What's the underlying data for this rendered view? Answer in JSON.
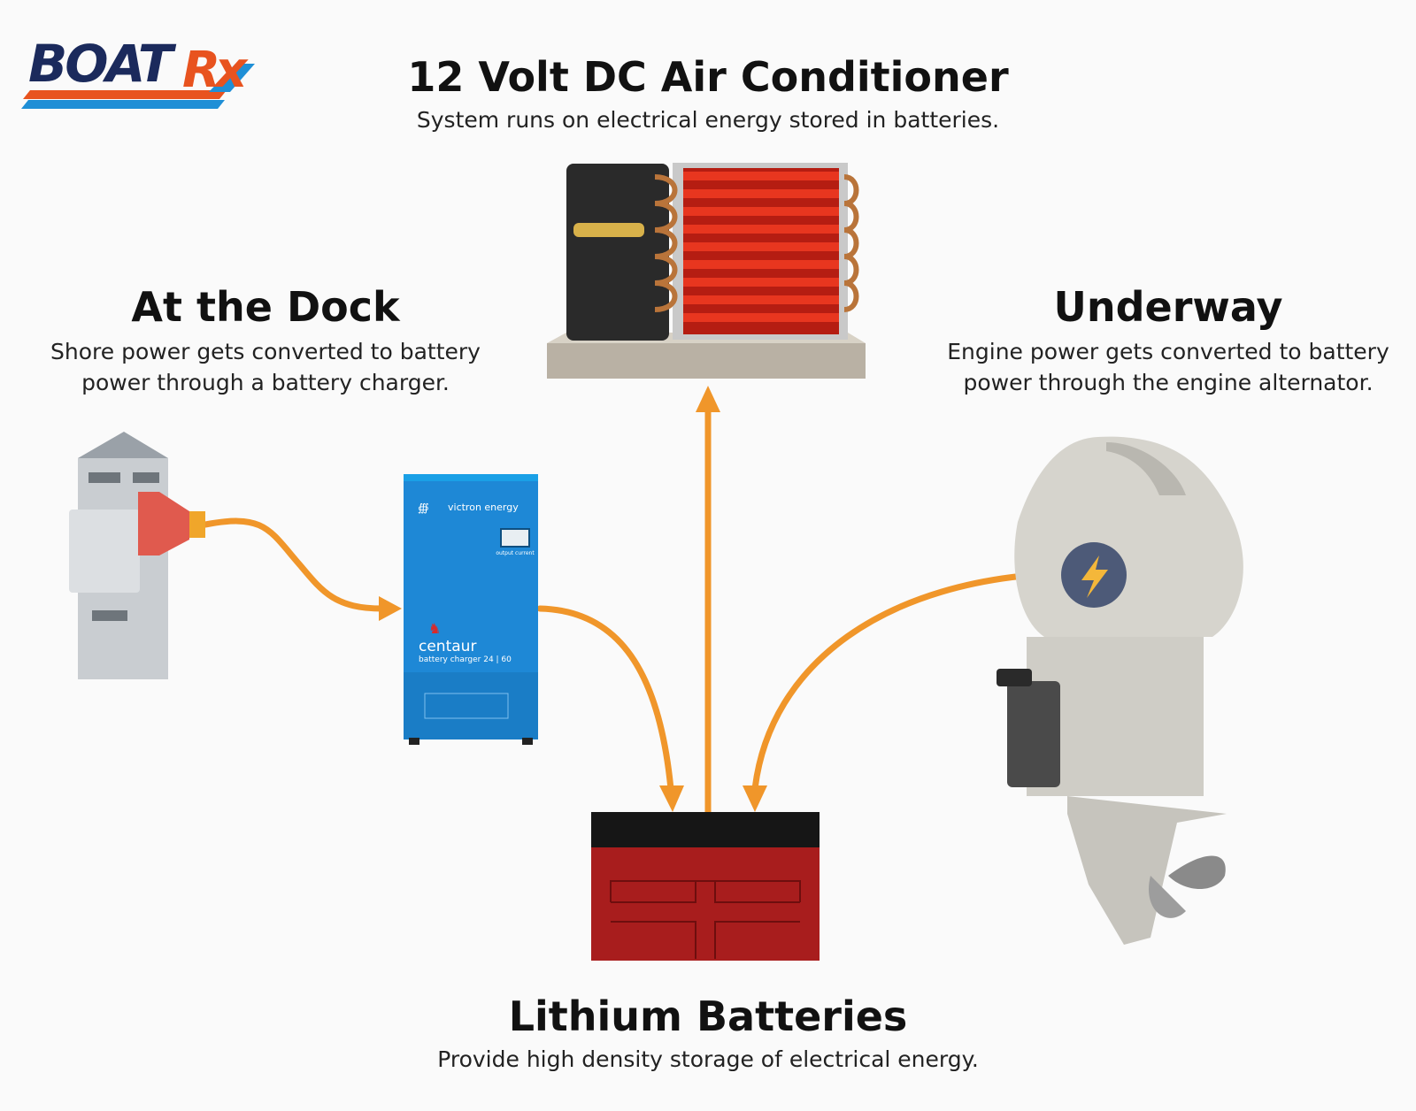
{
  "logo": {
    "wordmark": "BOAT",
    "mark": "Rx",
    "colors": {
      "navy": "#1b2a5c",
      "orange": "#e8531f",
      "blue": "#1f8fd6"
    }
  },
  "title": "12 Volt DC Air Conditioner",
  "subtitle": "System runs on electrical energy stored in batteries.",
  "dock": {
    "heading": "At the Dock",
    "description": "Shore power gets converted to battery power through a battery charger."
  },
  "underway": {
    "heading": "Underway",
    "description": "Engine power gets converted to battery power through the engine alternator."
  },
  "batteries": {
    "heading": "Lithium Batteries",
    "description": "Provide high density storage of electrical energy."
  },
  "charger": {
    "brand": "victron energy",
    "model": "centaur",
    "spec": "battery charger 24 | 60",
    "meter_label": "output current"
  },
  "engine": {
    "badge_icon": "lightning-bolt-icon"
  },
  "colors": {
    "arrow": "#f0962a",
    "charger_blue": "#1e88d6",
    "battery_red": "#a81d1d",
    "coil_red": "#d8281a"
  }
}
